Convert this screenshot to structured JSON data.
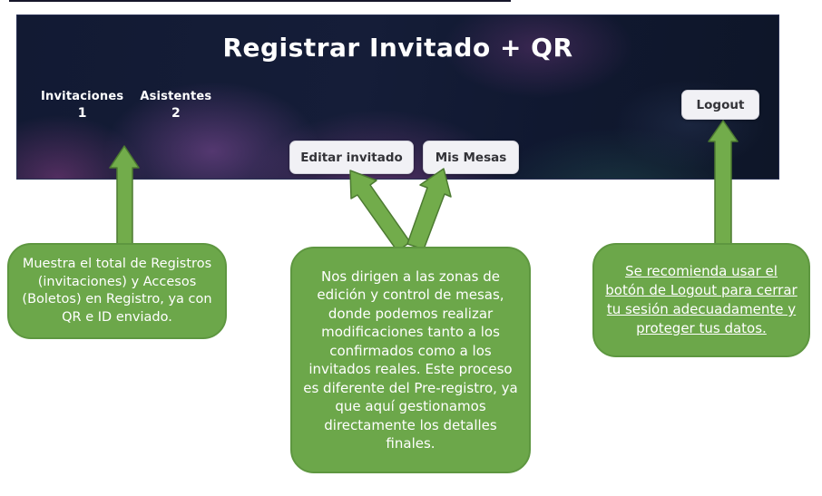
{
  "header": {
    "title": "Registrar Invitado + QR",
    "stats": [
      {
        "label": "Invitaciones",
        "value": "1"
      },
      {
        "label": "Asistentes",
        "value": "2"
      }
    ],
    "buttons": {
      "editar_invitado": "Editar invitado",
      "mis_mesas": "Mis Mesas",
      "logout": "Logout"
    }
  },
  "callouts": [
    {
      "target": "stats-counters",
      "text": "Muestra el total de Registros (invitaciones) y Accesos (Boletos) en Registro, ya con QR e ID enviado."
    },
    {
      "target": "editar-invitado-y-mis-mesas-buttons",
      "text": "Nos dirigen a las zonas de edición y control de mesas, donde podemos realizar modificaciones tanto a los confirmados como a los invitados reales. Este proceso es diferente del Pre-registro, ya que aquí gestionamos directamente los detalles finales."
    },
    {
      "target": "logout-button",
      "text": "Se recomienda usar el botón de Logout para cerrar tu sesión adecuadamente y proteger tus datos."
    }
  ],
  "colors": {
    "callout_green": "#6CA74A",
    "callout_border": "#5E9740",
    "arrow_green": "#72AC4B",
    "arrow_border": "#4C7A31",
    "banner_navy": "#131B35",
    "button_bg": "#F1F1F5",
    "text_on_banner": "#FFFFFF"
  }
}
